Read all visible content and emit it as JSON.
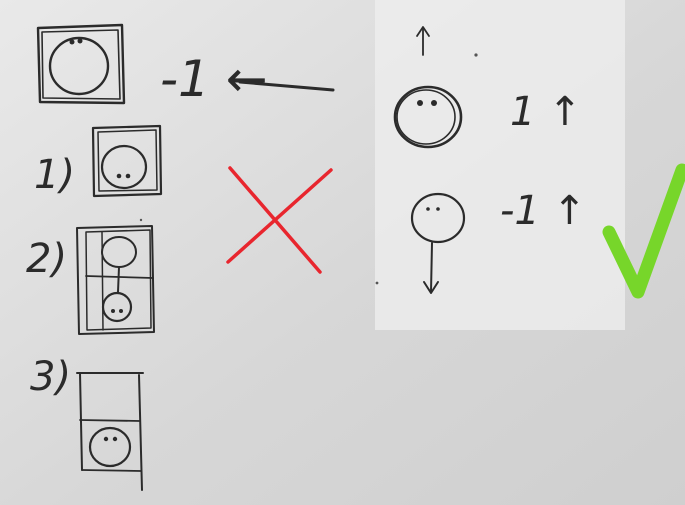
{
  "background": {
    "paper_color": "#dcdcdc",
    "light_panel_color": "#eeeeee"
  },
  "left_sketch": {
    "top_note": "-1 ←",
    "step_1_label": "1)",
    "step_2_label": "2)",
    "step_3_label": "3)"
  },
  "right_sketch": {
    "top_value": "1 ↑",
    "bottom_value": "-1 ↑"
  },
  "marks": {
    "cross": {
      "icon": "red-cross-icon",
      "color": "#e8262e"
    },
    "check": {
      "icon": "green-check-icon",
      "color": "#77d62a"
    }
  }
}
